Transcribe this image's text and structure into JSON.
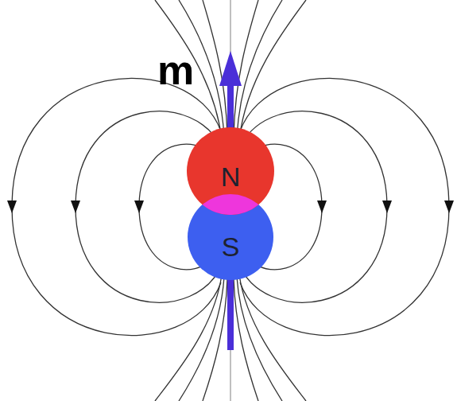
{
  "diagram": {
    "nodes": [
      {
        "text": [
          "N"
        ]
      },
      {
        "text": [
          "S"
        ]
      }
    ],
    "labels": [
      "m"
    ]
  }
}
